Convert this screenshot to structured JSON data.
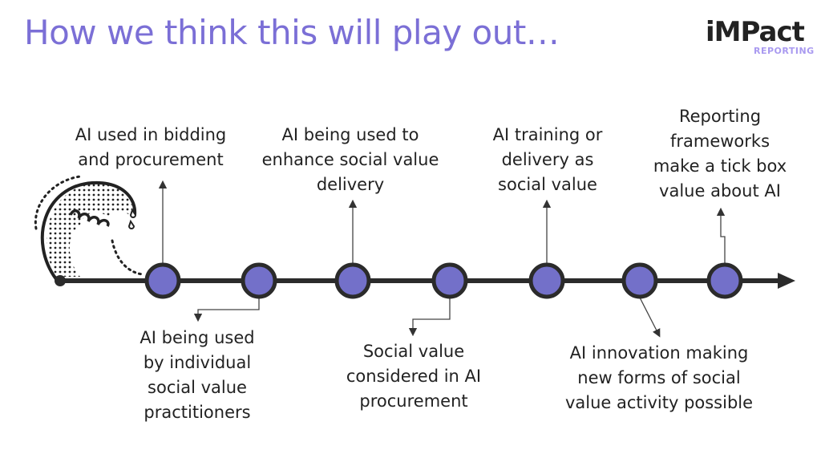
{
  "title": "How we think this will play out…",
  "logo": {
    "main": "iMPact",
    "sub": "REPORTING"
  },
  "colors": {
    "accent": "#7b6fd6",
    "node_fill": "#7370c9",
    "line": "#2b2b2b"
  },
  "timeline": {
    "icon": "wave-icon",
    "milestones": [
      {
        "position": "above",
        "lines": [
          "AI used in bidding",
          "and procurement"
        ]
      },
      {
        "position": "below",
        "lines": [
          "AI being used",
          "by individual",
          "social value",
          "practitioners"
        ]
      },
      {
        "position": "above",
        "lines": [
          "AI being used to",
          "enhance social value",
          "delivery"
        ]
      },
      {
        "position": "below",
        "lines": [
          "Social value",
          "considered in AI",
          "procurement"
        ]
      },
      {
        "position": "above",
        "lines": [
          "AI training or",
          "delivery as",
          "social value"
        ]
      },
      {
        "position": "below",
        "lines": [
          "AI innovation making",
          "new forms of social",
          "value activity possible"
        ]
      },
      {
        "position": "above",
        "lines": [
          "Reporting",
          "frameworks",
          "make a tick box",
          "value about AI"
        ]
      }
    ]
  }
}
